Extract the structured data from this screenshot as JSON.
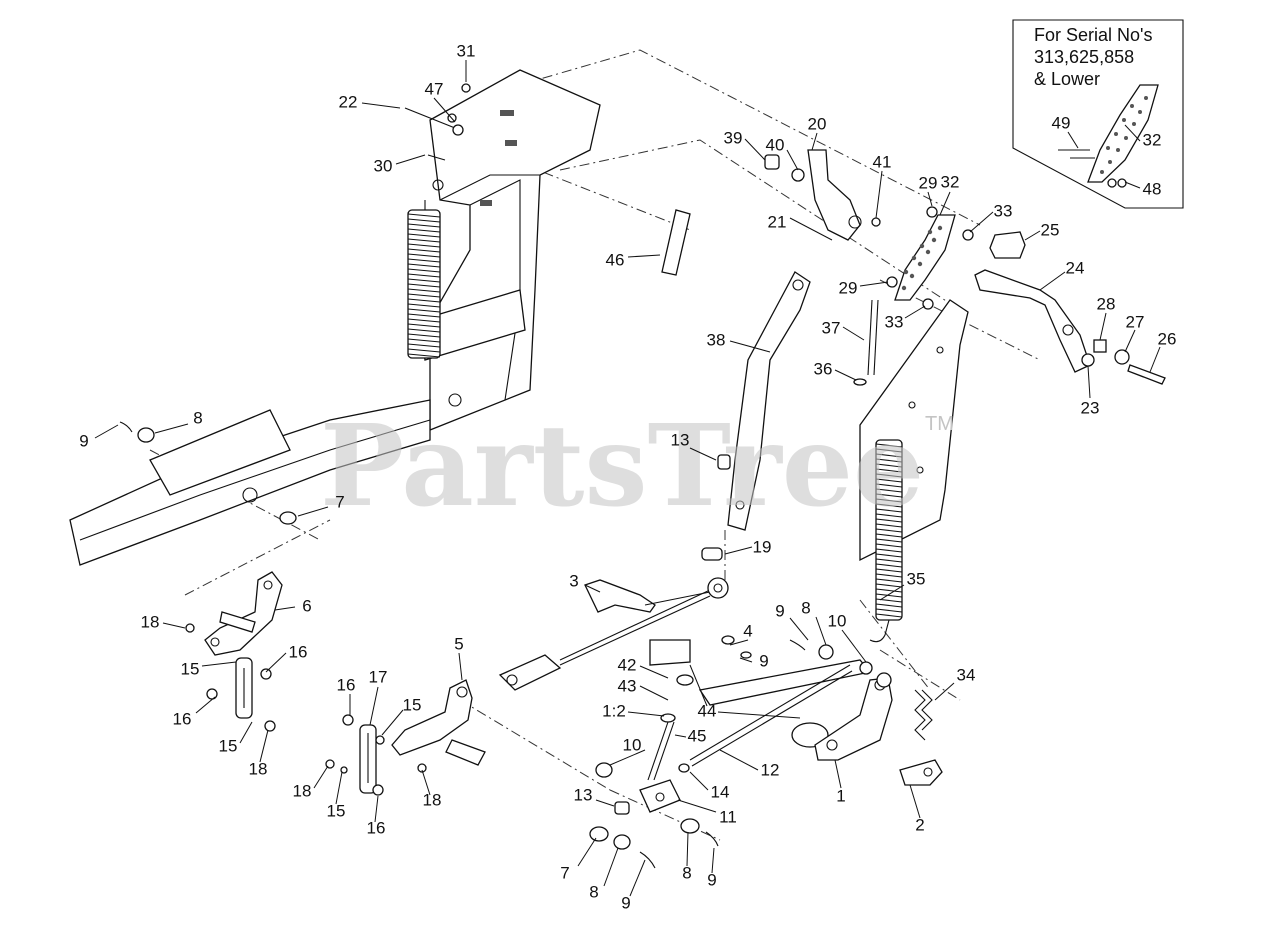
{
  "watermark": {
    "text": "PartsTree",
    "trademark": "TM"
  },
  "inset": {
    "line1": "For Serial No's",
    "line2": "313,625,858",
    "line3": "& Lower"
  },
  "callouts": [
    {
      "t": "31"
    },
    {
      "t": "22"
    },
    {
      "t": "47"
    },
    {
      "t": "30"
    },
    {
      "t": "46"
    },
    {
      "t": "39"
    },
    {
      "t": "40"
    },
    {
      "t": "20"
    },
    {
      "t": "41"
    },
    {
      "t": "21"
    },
    {
      "t": "29"
    },
    {
      "t": "32"
    },
    {
      "t": "33"
    },
    {
      "t": "25"
    },
    {
      "t": "24"
    },
    {
      "t": "29"
    },
    {
      "t": "33"
    },
    {
      "t": "28"
    },
    {
      "t": "27"
    },
    {
      "t": "26"
    },
    {
      "t": "23"
    },
    {
      "t": "37"
    },
    {
      "t": "36"
    },
    {
      "t": "38"
    },
    {
      "t": "13"
    },
    {
      "t": "9"
    },
    {
      "t": "8"
    },
    {
      "t": "7"
    },
    {
      "t": "19"
    },
    {
      "t": "3"
    },
    {
      "t": "35"
    },
    {
      "t": "6"
    },
    {
      "t": "18"
    },
    {
      "t": "15"
    },
    {
      "t": "16"
    },
    {
      "t": "16"
    },
    {
      "t": "15"
    },
    {
      "t": "18"
    },
    {
      "t": "16"
    },
    {
      "t": "17"
    },
    {
      "t": "15"
    },
    {
      "t": "18"
    },
    {
      "t": "15"
    },
    {
      "t": "16"
    },
    {
      "t": "18"
    },
    {
      "t": "5"
    },
    {
      "t": "9"
    },
    {
      "t": "8"
    },
    {
      "t": "10"
    },
    {
      "t": "4"
    },
    {
      "t": "9"
    },
    {
      "t": "42"
    },
    {
      "t": "43"
    },
    {
      "t": "1:2"
    },
    {
      "t": "44"
    },
    {
      "t": "45"
    },
    {
      "t": "10"
    },
    {
      "t": "34"
    },
    {
      "t": "12"
    },
    {
      "t": "14"
    },
    {
      "t": "1"
    },
    {
      "t": "13"
    },
    {
      "t": "11"
    },
    {
      "t": "2"
    },
    {
      "t": "7"
    },
    {
      "t": "8"
    },
    {
      "t": "9"
    },
    {
      "t": "8"
    },
    {
      "t": "9"
    },
    {
      "t": "49"
    },
    {
      "t": "32"
    },
    {
      "t": "48"
    }
  ]
}
